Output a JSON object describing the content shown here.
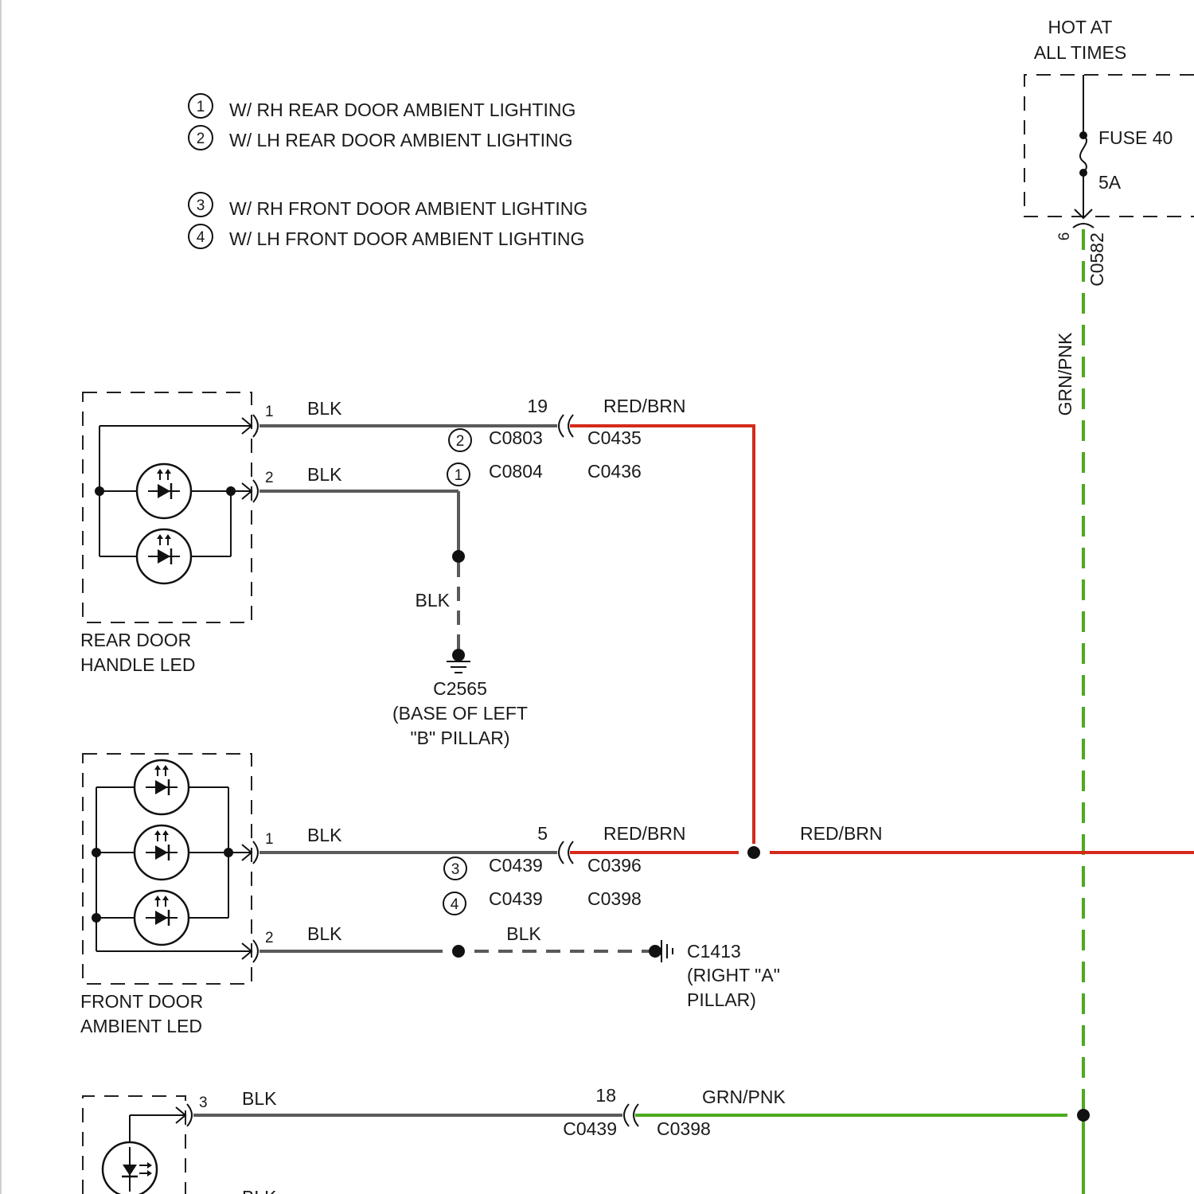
{
  "colors": {
    "red_brn": "#d42a1c",
    "grn_pnk": "#4caa1e",
    "blk": "#5a5a5a"
  },
  "power": {
    "line1": "HOT AT",
    "line2": "ALL TIMES",
    "fuse_name": "FUSE 40",
    "fuse_rating": "5A",
    "pin": "6",
    "connector": "C0582",
    "wire": "GRN/PNK"
  },
  "notes": [
    {
      "num": "1",
      "text": "W/ RH REAR DOOR AMBIENT LIGHTING"
    },
    {
      "num": "2",
      "text": "W/ LH REAR DOOR AMBIENT LIGHTING"
    },
    {
      "num": "3",
      "text": "W/ RH FRONT DOOR AMBIENT LIGHTING"
    },
    {
      "num": "4",
      "text": "W/ LH FRONT DOOR AMBIENT LIGHTING"
    }
  ],
  "rear": {
    "name1": "REAR DOOR",
    "name2": "HANDLE LED",
    "pin1": "1",
    "pin2": "2",
    "wire1": "BLK",
    "wire2": "BLK",
    "inline_pin": "19",
    "wire_out": "RED/BRN",
    "conn_a_note": "2",
    "conn_a": "C0803",
    "conn_a_mate": "C0435",
    "conn_b_note": "1",
    "conn_b": "C0804",
    "conn_b_mate": "C0436",
    "ground_wire": "BLK",
    "ground_id": "C2565",
    "ground_loc1": "(BASE OF LEFT",
    "ground_loc2": "\"B\" PILLAR)"
  },
  "front": {
    "name1": "FRONT DOOR",
    "name2": "AMBIENT LED",
    "pin1": "1",
    "pin2": "2",
    "wire1": "BLK",
    "wire2": "BLK",
    "inline_pin": "5",
    "wire_out": "RED/BRN",
    "wire_out2": "RED/BRN",
    "conn_a_note": "3",
    "conn_a": "C0439",
    "conn_a_mate": "C0396",
    "conn_b_note": "4",
    "conn_b": "C0439",
    "conn_b_mate": "C0398",
    "ground_wire": "BLK",
    "ground_id": "C1413",
    "ground_loc1": "(RIGHT \"A\"",
    "ground_loc2": "PILLAR)"
  },
  "third": {
    "pin": "3",
    "wire": "BLK",
    "inline_pin": "18",
    "conn": "C0439",
    "conn_mate": "C0398",
    "wire_out": "GRN/PNK",
    "wire_bottom": "BLK"
  }
}
